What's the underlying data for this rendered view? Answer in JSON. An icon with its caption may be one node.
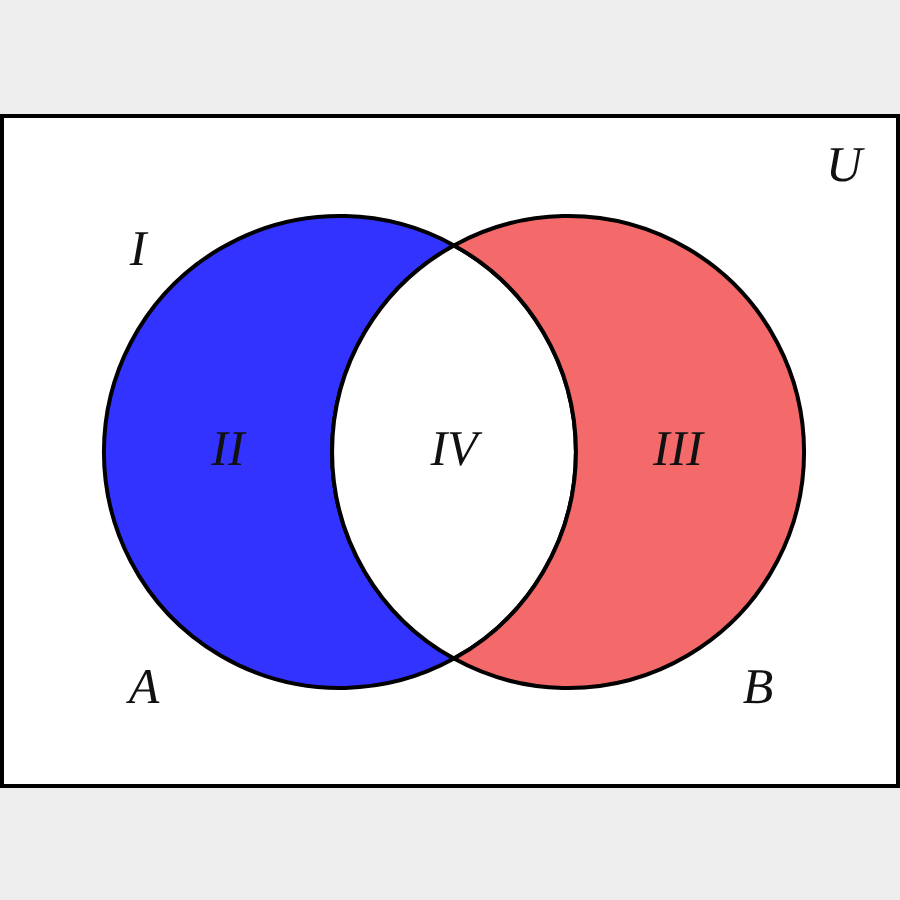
{
  "diagram": {
    "nodes": [
      {
        "text": [
          "U"
        ]
      },
      {
        "text": [
          "II"
        ],
        "in": 0,
        "beside": [
          "A"
        ]
      },
      {
        "text": [
          "IV"
        ],
        "in": 0
      },
      {
        "text": [
          "III"
        ],
        "in": 0,
        "beside": [
          "B"
        ]
      }
    ],
    "labels": [
      "I"
    ]
  }
}
